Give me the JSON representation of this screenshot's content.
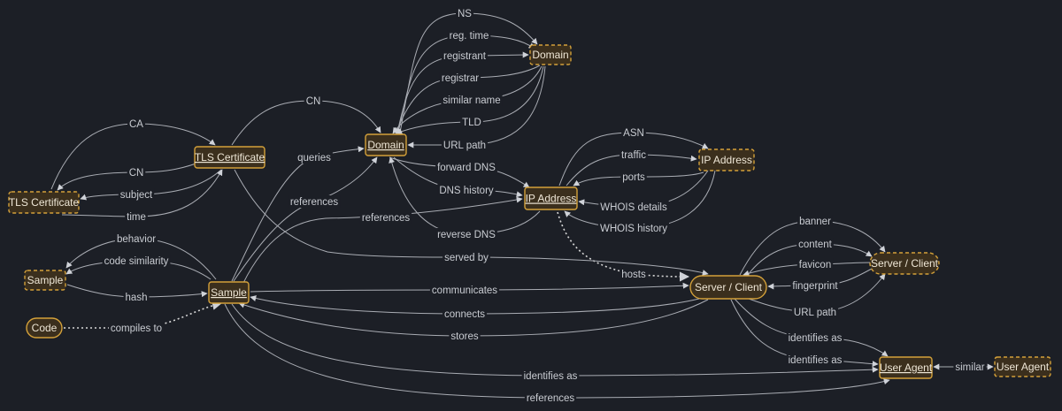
{
  "colors": {
    "background": "#1c1f26",
    "node_fill": "#3b2f1d",
    "node_border": "#d4a13a",
    "edge": "#a9acb3",
    "text": "#eee6d6"
  },
  "nodes": [
    {
      "id": "domain_main",
      "label": "Domain",
      "underline": true,
      "dashed": false
    },
    {
      "id": "domain_ext",
      "label": "Domain",
      "underline": false,
      "dashed": true
    },
    {
      "id": "tls_main",
      "label": "TLS Certificate",
      "underline": true,
      "dashed": false
    },
    {
      "id": "tls_ext",
      "label": "TLS Certificate",
      "underline": false,
      "dashed": true
    },
    {
      "id": "ip_main",
      "label": "IP Address",
      "underline": true,
      "dashed": false
    },
    {
      "id": "ip_ext",
      "label": "IP Address",
      "underline": false,
      "dashed": true
    },
    {
      "id": "sample_main",
      "label": "Sample",
      "underline": true,
      "dashed": false
    },
    {
      "id": "sample_ext",
      "label": "Sample",
      "underline": false,
      "dashed": true
    },
    {
      "id": "code",
      "label": "Code",
      "underline": false,
      "dashed": false,
      "rounded": true
    },
    {
      "id": "server_main",
      "label": "Server / Client",
      "underline": false,
      "dashed": false,
      "rounded": true
    },
    {
      "id": "server_ext",
      "label": "Server / Client",
      "underline": false,
      "dashed": true,
      "rounded": true
    },
    {
      "id": "ua_main",
      "label": "User Agent",
      "underline": true,
      "dashed": false
    },
    {
      "id": "ua_ext",
      "label": "User Agent",
      "underline": false,
      "dashed": true
    }
  ],
  "edges": [
    {
      "label": "NS",
      "from": "domain_main",
      "to": "domain_ext"
    },
    {
      "label": "reg. time",
      "from": "domain_main",
      "to": "domain_ext"
    },
    {
      "label": "registrant",
      "from": "domain_main",
      "to": "domain_ext"
    },
    {
      "label": "registrar",
      "from": "domain_ext",
      "to": "domain_main"
    },
    {
      "label": "similar name",
      "from": "domain_ext",
      "to": "domain_main"
    },
    {
      "label": "TLD",
      "from": "domain_ext",
      "to": "domain_main"
    },
    {
      "label": "URL path",
      "from": "domain_ext",
      "to": "domain_main"
    },
    {
      "label": "CN",
      "from": "tls_main",
      "to": "domain_main"
    },
    {
      "label": "CA",
      "from": "tls_ext",
      "to": "tls_main"
    },
    {
      "label": "CN",
      "from": "tls_main",
      "to": "tls_ext"
    },
    {
      "label": "subject",
      "from": "tls_main",
      "to": "tls_ext"
    },
    {
      "label": "time",
      "from": "tls_ext",
      "to": "tls_main"
    },
    {
      "label": "queries",
      "from": "sample_main",
      "to": "domain_main"
    },
    {
      "label": "references",
      "from": "sample_main",
      "to": "domain_main"
    },
    {
      "label": "forward DNS",
      "from": "domain_main",
      "to": "ip_main"
    },
    {
      "label": "DNS history",
      "from": "domain_main",
      "to": "ip_main"
    },
    {
      "label": "reverse DNS",
      "from": "ip_main",
      "to": "domain_main"
    },
    {
      "label": "ASN",
      "from": "ip_main",
      "to": "ip_ext"
    },
    {
      "label": "traffic",
      "from": "ip_main",
      "to": "ip_ext"
    },
    {
      "label": "ports",
      "from": "ip_ext",
      "to": "ip_main"
    },
    {
      "label": "WHOIS details",
      "from": "ip_ext",
      "to": "ip_main"
    },
    {
      "label": "WHOIS history",
      "from": "ip_ext",
      "to": "ip_main"
    },
    {
      "label": "references",
      "from": "sample_main",
      "to": "ip_main"
    },
    {
      "label": "hosts",
      "from": "ip_main",
      "to": "server_main",
      "dotted": true
    },
    {
      "label": "served by",
      "from": "tls_main",
      "to": "server_main"
    },
    {
      "label": "behavior",
      "from": "sample_main",
      "to": "sample_ext"
    },
    {
      "label": "code similarity",
      "from": "sample_main",
      "to": "sample_ext"
    },
    {
      "label": "hash",
      "from": "sample_ext",
      "to": "sample_main"
    },
    {
      "label": "compiles to",
      "from": "code",
      "to": "sample_main",
      "dotted": true
    },
    {
      "label": "communicates",
      "from": "sample_main",
      "to": "server_main"
    },
    {
      "label": "connects",
      "from": "server_main",
      "to": "sample_main"
    },
    {
      "label": "stores",
      "from": "server_main",
      "to": "sample_main"
    },
    {
      "label": "banner",
      "from": "server_main",
      "to": "server_ext"
    },
    {
      "label": "content",
      "from": "server_main",
      "to": "server_ext"
    },
    {
      "label": "favicon",
      "from": "server_ext",
      "to": "server_main"
    },
    {
      "label": "fingerprint",
      "from": "server_ext",
      "to": "server_main"
    },
    {
      "label": "URL path",
      "from": "server_main",
      "to": "server_ext"
    },
    {
      "label": "identifies as",
      "from": "server_main",
      "to": "ua_main"
    },
    {
      "label": "identifies as",
      "from": "server_main",
      "to": "ua_main"
    },
    {
      "label": "identifies as",
      "from": "sample_main",
      "to": "ua_main"
    },
    {
      "label": "references",
      "from": "sample_main",
      "to": "ua_main"
    },
    {
      "label": "similar",
      "from": "ua_main",
      "to": "ua_ext",
      "bidirectional": true
    }
  ]
}
